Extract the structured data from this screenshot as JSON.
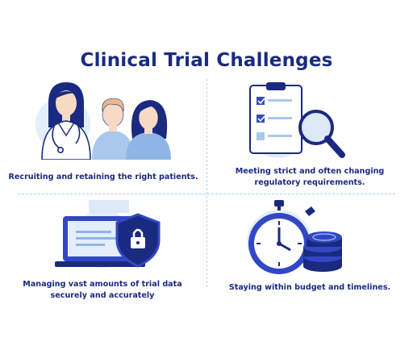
{
  "title": "Clinical Trial Challenges",
  "quadrants": [
    {
      "caption": "Recruiting and retaining the right patients.",
      "icon": "patients-icon"
    },
    {
      "caption": "Meeting strict and often changing regulatory requirements.",
      "icon": "regulatory-checklist-icon"
    },
    {
      "caption": "Managing vast amounts of trial data securely and accurately",
      "icon": "secure-data-icon"
    },
    {
      "caption": "Staying within budget and timelines.",
      "icon": "stopwatch-budget-icon"
    }
  ],
  "colors": {
    "navy": "#1a2a80",
    "accent_blue": "#3347c5",
    "light_blue": "#dde9f7",
    "divider": "#b9d2ea"
  }
}
